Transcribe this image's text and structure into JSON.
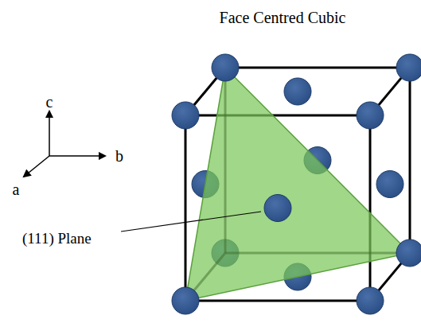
{
  "diagram": {
    "title": "Face Centred Cubic",
    "labels": [
      "c",
      "b",
      "a",
      "(111) Plane"
    ]
  }
}
